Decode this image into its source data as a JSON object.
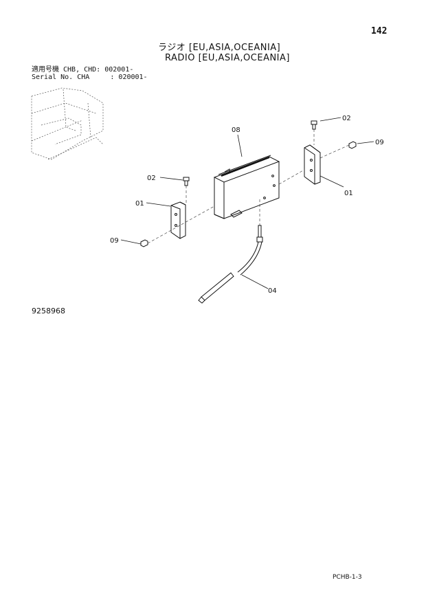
{
  "page_number": "142",
  "title_jp": "ラジオ [EU,ASIA,OCEANIA]",
  "title_en": "RADIO [EU,ASIA,OCEANIA]",
  "applicable_line1": "適用号機 CHB, CHD: 002001-",
  "applicable_line2": "Serial No. CHA     : 020001-",
  "callouts": {
    "radio_box": "08",
    "screw_right": "02",
    "nut_right": "09",
    "bracket_right": "01",
    "screw_left": "02",
    "bracket_left": "01",
    "nut_left": "09",
    "antenna_cable": "04"
  },
  "drawing_number": "9258968",
  "page_code": "PCHB-1-3"
}
